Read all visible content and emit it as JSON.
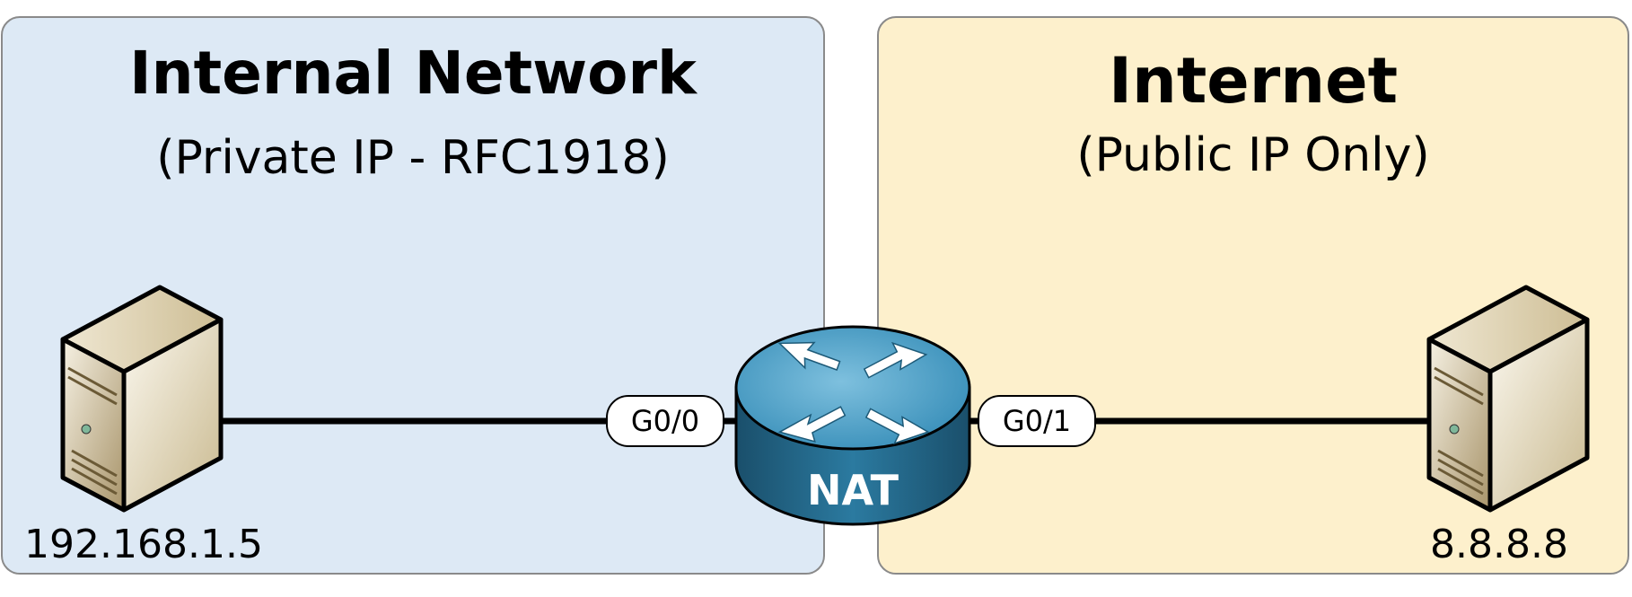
{
  "colors": {
    "internal_zone": "#dde9f5",
    "internet_zone": "#fdf0cc",
    "zone_border": "#8a8a8a",
    "router_top": "#2f88b4",
    "router_side": "#1e5e7e",
    "server_light": "#f4efe2",
    "server_dark": "#a38f64",
    "link": "#000000"
  },
  "zones": {
    "internal": {
      "title": "Internal Network",
      "subtitle": "(Private IP - RFC1918)"
    },
    "internet": {
      "title": "Internet",
      "subtitle": "(Public IP Only)"
    }
  },
  "router": {
    "icon": "router-icon",
    "label": "NAT",
    "ports": {
      "inside": "G0/0",
      "outside": "G0/1"
    }
  },
  "hosts": {
    "internal_server": {
      "icon": "server-icon",
      "ip": "192.168.1.5"
    },
    "internet_server": {
      "icon": "server-icon",
      "ip": "8.8.8.8"
    }
  }
}
